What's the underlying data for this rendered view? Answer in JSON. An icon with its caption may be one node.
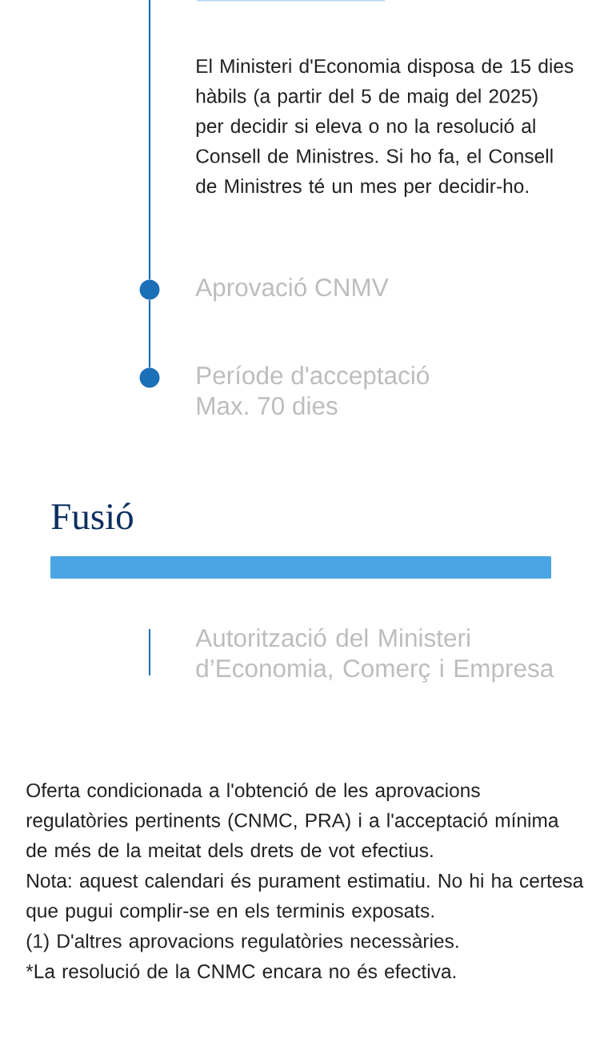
{
  "diagram": {
    "nodes": [
      {
        "text": [],
        "shape": "circle",
        "beside": [
          "Aprovació CNMV"
        ]
      },
      {
        "text": [],
        "shape": "circle",
        "beside": [
          "Període d'acceptació",
          "Max. 70 dies"
        ]
      },
      {
        "text": [
          "Fusió"
        ]
      }
    ],
    "edges": [
      {
        "from": null,
        "to": 0,
        "arrow": "none"
      },
      {
        "from": 0,
        "to": 1,
        "arrow": "none"
      }
    ],
    "labels": [
      "El Ministeri d'Economia disposa de 15 dies hàbils (a partir del 5 de maig del 2025) per decidir si eleva o no la resolució al Consell de Ministres. Si ho fa, el Consell de Ministres té un mes per decidir-ho.",
      "Autorització del Ministeri d’Economia, Comerç i Empresa",
      "Oferta condicionada a l'obtenció de les aprovacions regulatòries pertinents (CNMC, PRA) i a l'acceptació mínima de més de la meitat dels drets de vot efectius.",
      "Nota: aquest calendari és purament estimatiu. No hi ha certesa que pugui complir-se en els terminis exposats.",
      "(1) D'altres aprovacions regulatòries necessàries.",
      "*La resolució de la CNMC encara no és efectiva."
    ]
  }
}
